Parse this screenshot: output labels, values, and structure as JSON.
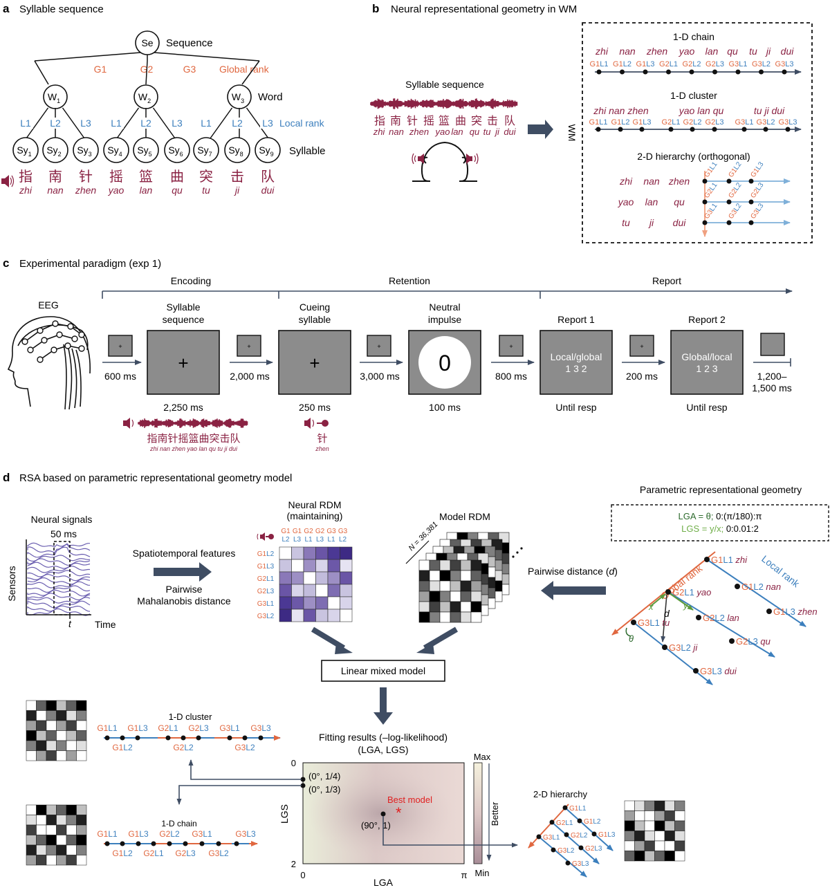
{
  "panel_a": {
    "letter": "a",
    "title": "Syllable sequence",
    "sequence_node": "Se",
    "sequence_label": "Sequence",
    "global_ranks": [
      "G1",
      "G2",
      "G3"
    ],
    "global_rank_label": "Global rank",
    "word_label": "Word",
    "local_rank_label": "Local rank",
    "syllable_label": "Syllable",
    "local_ranks": [
      "L1",
      "L2",
      "L3"
    ],
    "words": [
      "W",
      "1",
      "2",
      "3"
    ],
    "syllables": [
      {
        "node": "Sy",
        "sub": "1",
        "hanzi": "指",
        "pinyin": "zhi"
      },
      {
        "node": "Sy",
        "sub": "2",
        "hanzi": "南",
        "pinyin": "nan"
      },
      {
        "node": "Sy",
        "sub": "3",
        "hanzi": "针",
        "pinyin": "zhen"
      },
      {
        "node": "Sy",
        "sub": "4",
        "hanzi": "摇",
        "pinyin": "yao"
      },
      {
        "node": "Sy",
        "sub": "5",
        "hanzi": "篮",
        "pinyin": "lan"
      },
      {
        "node": "Sy",
        "sub": "6",
        "hanzi": "曲",
        "pinyin": "qu"
      },
      {
        "node": "Sy",
        "sub": "7",
        "hanzi": "突",
        "pinyin": "tu"
      },
      {
        "node": "Sy",
        "sub": "8",
        "hanzi": "击",
        "pinyin": "ji"
      },
      {
        "node": "Sy",
        "sub": "9",
        "hanzi": "队",
        "pinyin": "dui"
      }
    ]
  },
  "panel_b": {
    "letter": "b",
    "title": "Neural representational geometry in WM",
    "syllable_sequence": "Syllable sequence",
    "hanzi": [
      "指",
      "南",
      "针",
      "摇",
      "篮",
      "曲",
      "突",
      "击",
      "队"
    ],
    "pinyin": [
      "zhi",
      "nan",
      "zhen",
      "yao",
      "lan",
      "qu",
      "tu",
      "ji",
      "dui"
    ],
    "wm": "WM",
    "chain_title": "1-D chain",
    "cluster_title": "1-D cluster",
    "hier_title": "2-D hierarchy (orthogonal)",
    "cluster_words": [
      "zhi nan zhen",
      "yao lan qu",
      "tu ji dui"
    ],
    "codes": [
      {
        "g": "G1",
        "l": "L1"
      },
      {
        "g": "G1",
        "l": "L2"
      },
      {
        "g": "G1",
        "l": "L3"
      },
      {
        "g": "G2",
        "l": "L1"
      },
      {
        "g": "G2",
        "l": "L2"
      },
      {
        "g": "G2",
        "l": "L3"
      },
      {
        "g": "G3",
        "l": "L1"
      },
      {
        "g": "G3",
        "l": "L2"
      },
      {
        "g": "G3",
        "l": "L3"
      }
    ]
  },
  "panel_c": {
    "letter": "c",
    "title": "Experimental paradigm (exp 1)",
    "phases": [
      "Encoding",
      "Retention",
      "Report"
    ],
    "eeg": "EEG",
    "screens": [
      {
        "label_top": "Syllable",
        "label_top2": "sequence",
        "center": "+",
        "bottom": "2,250 ms"
      },
      {
        "label_top": "Cueing",
        "label_top2": "syllable",
        "center": "+",
        "bottom": "250 ms"
      },
      {
        "label_top": "Neutral",
        "label_top2": "impulse",
        "center": "0",
        "bottom": "100 ms"
      },
      {
        "label_top": "Report 1",
        "label_top2": "",
        "center": "Local/global",
        "center2": "1 3 2",
        "bottom": "Until resp"
      },
      {
        "label_top": "Report 2",
        "label_top2": "",
        "center": "Global/local",
        "center2": "1 2 3",
        "bottom": "Until resp"
      }
    ],
    "fixation": "+",
    "intervals": [
      "600 ms",
      "2,000 ms",
      "3,000 ms",
      "800 ms",
      "200 ms",
      "1,200–",
      "1,500 ms"
    ],
    "audio_hanzi": "指南针摇篮曲突击队",
    "audio_pinyin": "zhi nan zhen yao lan qu tu ji dui",
    "cue_hanzi": "针",
    "cue_pinyin": "zhen"
  },
  "panel_d": {
    "letter": "d",
    "title": "RSA based on parametric representational geometry model",
    "neural_signals": "Neural signals",
    "window": "50 ms",
    "sensors": "Sensors",
    "t": "t",
    "time": "Time",
    "spatiotemporal": "Spatiotemporal features",
    "pairwise1": "Pairwise",
    "pairwise2": "Mahalanobis distance",
    "neural_rdm1": "Neural RDM",
    "neural_rdm2": "(maintaining)",
    "rdm_cols_g": [
      "G1",
      "G1",
      "G2",
      "G2",
      "G3",
      "G3"
    ],
    "rdm_cols_l": [
      "L2",
      "L3",
      "L1",
      "L3",
      "L1",
      "L2"
    ],
    "rdm_rows": [
      {
        "g": "G1",
        "l": "L2"
      },
      {
        "g": "G1",
        "l": "L3"
      },
      {
        "g": "G2",
        "l": "L1"
      },
      {
        "g": "G2",
        "l": "L3"
      },
      {
        "g": "G3",
        "l": "L1"
      },
      {
        "g": "G3",
        "l": "L2"
      }
    ],
    "model_rdm": "Model RDM",
    "n_label": "N = 36,381",
    "pairwise_distance": "Pairwise distance (",
    "d_letter": "d",
    "paren_close": ")",
    "param_title": "Parametric representational geometry",
    "lga_line": "LGA = θ;",
    "lga_range": " 0:(π/180):π",
    "lgs_line": "LGS = y/x;",
    "lgs_range": " 0:0.01:2",
    "global_rank": "Global rank",
    "local_rank": "Local rank",
    "geom_nodes": [
      {
        "code": "G1L1",
        "word": "zhi"
      },
      {
        "code": "G1L2",
        "word": "nan"
      },
      {
        "code": "G1L3",
        "word": "zhen"
      },
      {
        "code": "G2L1",
        "word": "yao"
      },
      {
        "code": "G2L2",
        "word": "lan"
      },
      {
        "code": "G2L3",
        "word": "qu"
      },
      {
        "code": "G3L1",
        "word": "tu"
      },
      {
        "code": "G3L2",
        "word": "ji"
      },
      {
        "code": "G3L3",
        "word": "dui"
      }
    ],
    "x_sym": "x",
    "y_sym": "y",
    "theta": "θ",
    "lmm": "Linear mixed model",
    "fit_title1": "Fitting results (–log-likelihood)",
    "fit_title2": "(LGA, LGS)",
    "lgs_axis": "LGS",
    "lga_axis": "LGA",
    "lgs_ticks": [
      "0",
      "1",
      "2"
    ],
    "lga_ticks": [
      "0",
      "π"
    ],
    "pt1": "(0°, 1/4)",
    "pt2": "(0°, 1/3)",
    "pt3": "(90°, 1)",
    "best_model": "Best model",
    "star": "*",
    "max": "Max",
    "min": "Min",
    "better": "Better",
    "cluster_title": "1-D cluster",
    "chain_title": "1-D chain",
    "hier_title": "2-D hierarchy",
    "cluster_top": [
      "G1L1",
      "G1L3",
      "G2L1",
      "G2L3",
      "G3L1",
      "G3L3"
    ],
    "cluster_bottom": [
      "G1L2",
      "G2L2",
      "G3L2"
    ],
    "chain_top": [
      "G1L1",
      "G1L3",
      "G2L2",
      "G3L1",
      "G3L3"
    ],
    "chain_bottom": [
      "G1L2",
      "G2L1",
      "G2L3",
      "G3L2"
    ]
  }
}
